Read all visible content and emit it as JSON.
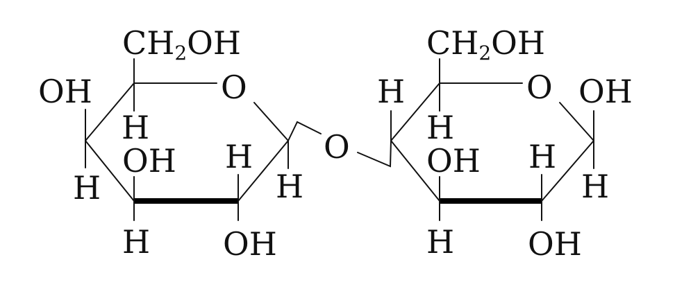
{
  "left_ring": {
    "ch2oh": {
      "main": "CH",
      "sub": "2",
      "tail": "OH"
    },
    "ring_o": "O",
    "c4_oh": "OH",
    "c4_h": "H",
    "c5_h": "H",
    "c3_oh": "OH",
    "c3_h": "H",
    "c2_h": "H",
    "c2_oh": "OH",
    "c1_h": "H"
  },
  "bridge_o": "O",
  "right_ring": {
    "ch2oh": {
      "main": "CH",
      "sub": "2",
      "tail": "OH"
    },
    "ring_o": "O",
    "c4_h_top": "H",
    "c5_h": "H",
    "c3_oh": "OH",
    "c3_h": "H",
    "c2_h": "H",
    "c2_oh": "OH",
    "c1_oh": "OH",
    "c1_h": "H"
  }
}
